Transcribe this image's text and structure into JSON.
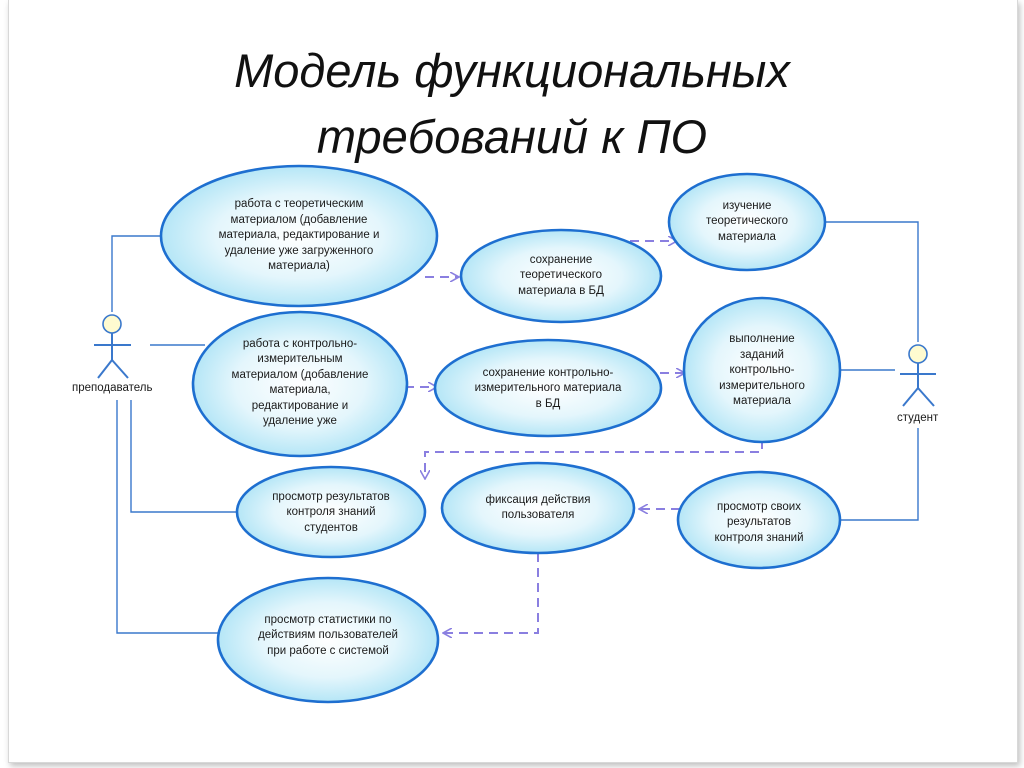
{
  "title_line1": "Модель функциональных",
  "title_line2": "требований к ПО",
  "actors": {
    "teacher": "преподаватель",
    "student": "студент"
  },
  "use_cases": {
    "theory_work": "работа с теоретическим\nматериалом (добавление\nматериала, редактирование и\nудаление уже загруженного\nматериала)",
    "save_theory": "сохранение\nтеоретического\nматериала в БД",
    "study_theory": "изучение\nтеоретического\nматериала",
    "control_work": "работа с контрольно-\nизмерительным\nматериалом (добавление\nматериала,\nредактирование и\nудаление уже",
    "save_control": "сохранение контрольно-\nизмерительного материала\nв БД",
    "do_tasks": "выполнение\nзаданий\nконтрольно-\nизмерительного\nматериала",
    "view_results": "просмотр результатов\nконтроля знаний\nстудентов",
    "log_action": "фиксация действия\nпользователя",
    "view_own_results": "просмотр своих\nрезультатов\nконтроля знаний",
    "view_stats": "просмотр статистики по\nдействиям пользователей\nпри работе с системой"
  },
  "colors": {
    "ellipse_stroke": "#1e6fd0",
    "ellipse_fill_inner": "#ffffff",
    "ellipse_fill_outer": "#a9e2f5",
    "line": "#3a78cc",
    "dashed": "#8a7fe0",
    "actor_fill": "#fffbd0"
  }
}
